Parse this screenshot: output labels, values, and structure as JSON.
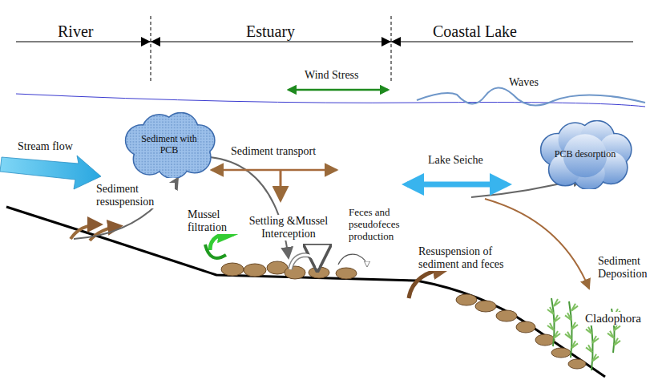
{
  "diagram": {
    "nodes": [
      {
        "text": [
          "Sediment with PCB"
        ]
      },
      {
        "text": [
          "PCB desorption"
        ]
      }
    ],
    "labels": [
      "River",
      "Estuary",
      "Coastal Lake",
      "Wind Stress",
      "Waves",
      "Stream flow",
      "Sediment resuspension",
      "Sediment transport",
      "Lake Seiche",
      "Mussel filtration",
      "Settling &Mussel Interception",
      "Feces and pseudofeces production",
      "Resuspension of sediment and feces",
      "Sediment Deposition",
      "Cladophora"
    ]
  }
}
